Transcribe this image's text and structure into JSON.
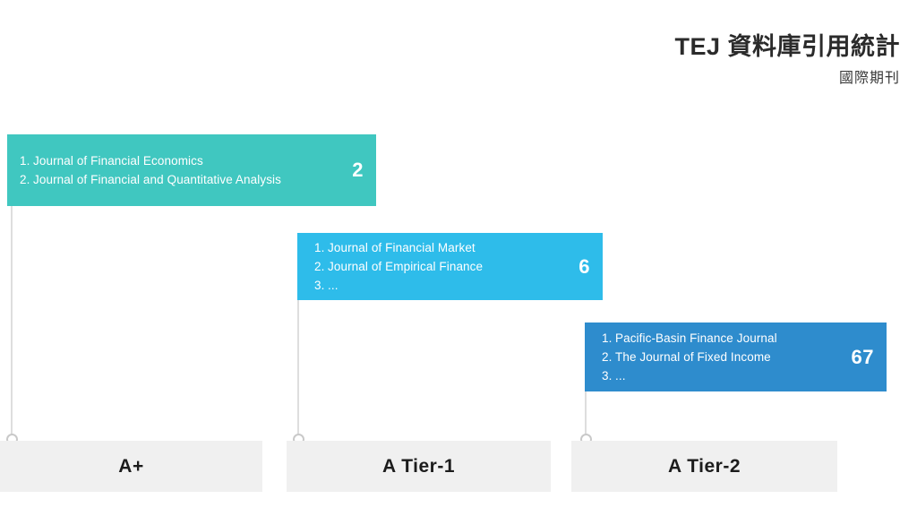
{
  "header": {
    "title": "TEJ 資料庫引用統計",
    "subtitle": "國際期刊"
  },
  "chart_data": {
    "type": "bar",
    "title": "TEJ 資料庫引用統計",
    "subtitle": "國際期刊",
    "xlabel": "",
    "ylabel": "",
    "categories": [
      "A+",
      "A Tier-1",
      "A Tier-2"
    ],
    "values": [
      2,
      6,
      67
    ],
    "grid": false,
    "legend": false
  },
  "tiers": [
    {
      "name": "A+",
      "count": "2",
      "color": "#40c7c0",
      "items": [
        {
          "num": "1.",
          "text": "Journal of Financial Economics"
        },
        {
          "num": "2.",
          "text": "Journal of Financial and Quantitative Analysis"
        }
      ]
    },
    {
      "name": "A Tier-1",
      "count": "6",
      "color": "#2ebcea",
      "items": [
        {
          "num": "1.",
          "text": "Journal of Financial Market"
        },
        {
          "num": "2.",
          "text": "Journal of Empirical Finance"
        },
        {
          "num": "3.",
          "text": "..."
        }
      ]
    },
    {
      "name": "A Tier-2",
      "count": "67",
      "color": "#2e8ccd",
      "items": [
        {
          "num": "1.",
          "text": "Pacific-Basin Finance Journal"
        },
        {
          "num": "2.",
          "text": "The Journal of Fixed Income"
        },
        {
          "num": "3.",
          "text": "..."
        }
      ]
    }
  ],
  "colors": {
    "tier_a_plus": "#40c7c0",
    "tier_a1": "#2ebcea",
    "tier_a2": "#2e8ccd",
    "footer_box": "#f0f0f0",
    "connector": "#dedede",
    "marker_border": "#c9c9c9",
    "title_text": "#2b2b2b",
    "label_text": "#1c1c1c",
    "background": "#ffffff"
  }
}
